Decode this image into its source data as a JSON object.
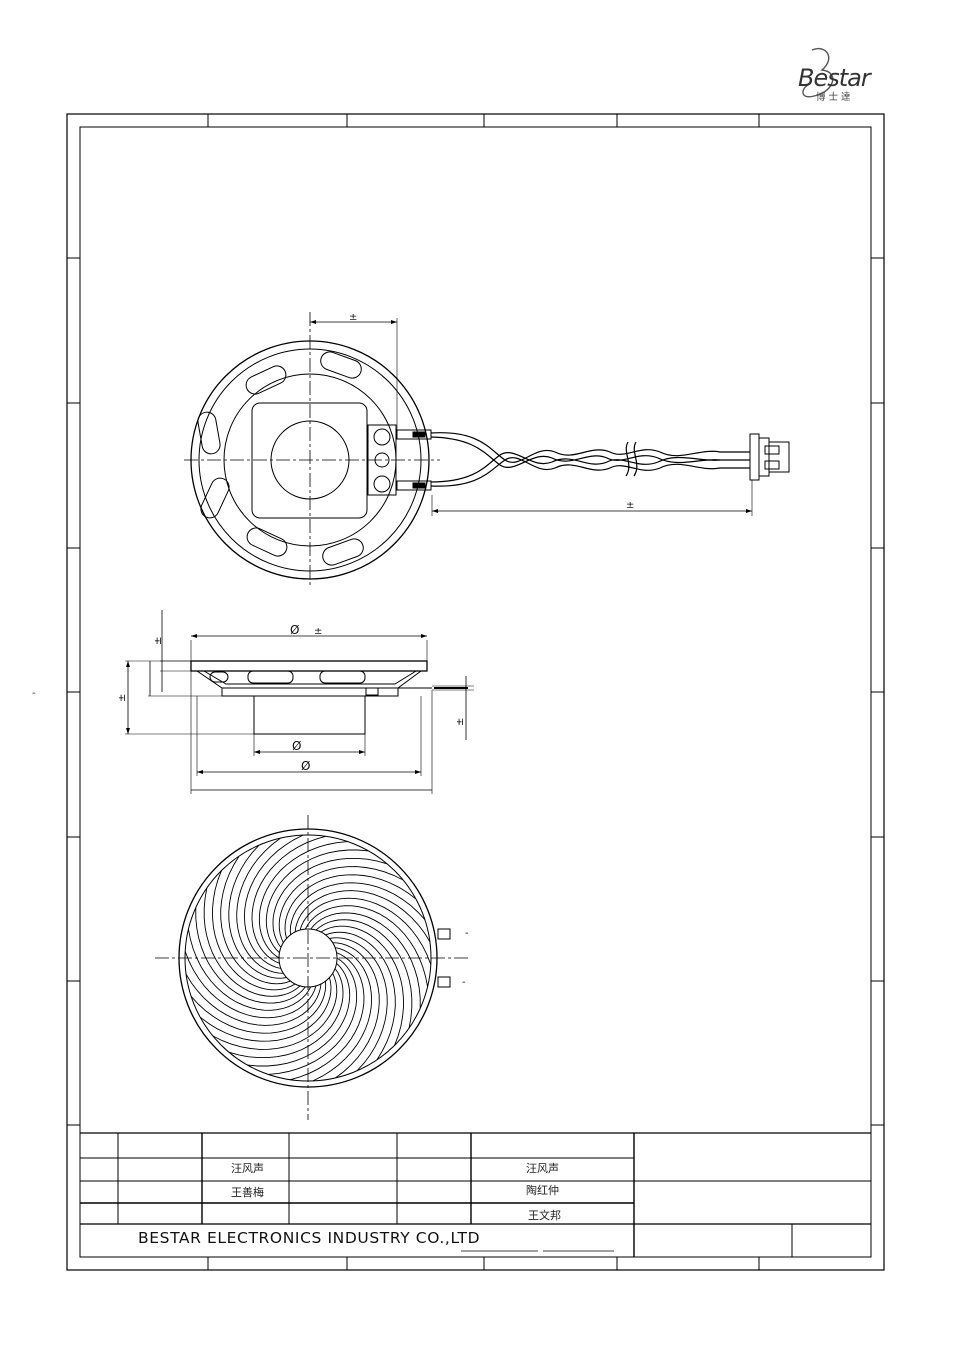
{
  "logo": {
    "brand": "Bestar",
    "chinese": "博 士 達"
  },
  "dimensions": {
    "plus_minus": "±",
    "diameter_symbol": "Ø",
    "tick_mark": "-"
  },
  "title_block": {
    "names": {
      "row1_col2": "汪风声",
      "row2_col2": "王善梅",
      "row1_col5": "汪风声",
      "row2_col5": "陶红仲",
      "row3_col5": "王文邦"
    },
    "company": "BESTAR ELECTRONICS INDUSTRY CO.,LTD"
  }
}
